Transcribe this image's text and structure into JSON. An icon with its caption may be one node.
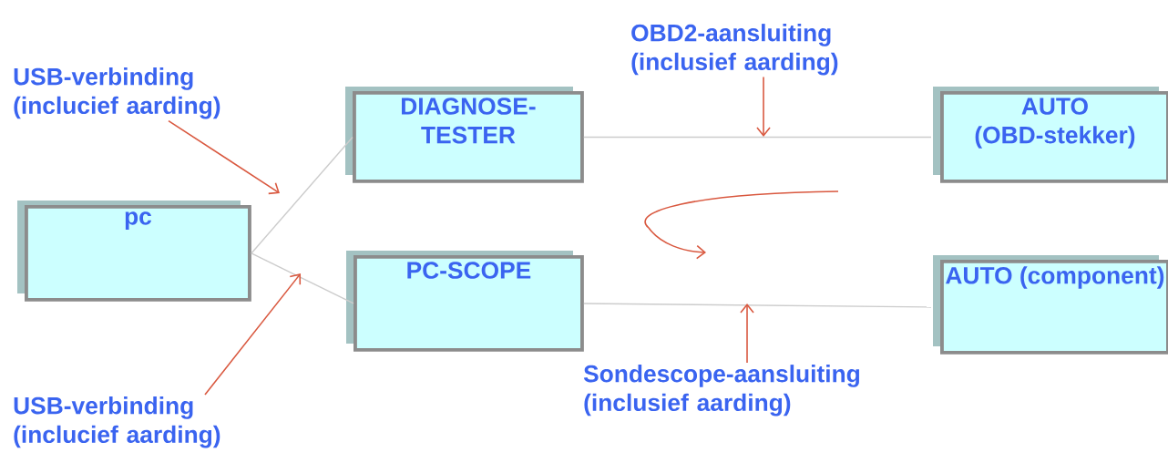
{
  "diagram": {
    "nodes": [
      {
        "text": [
          "pc"
        ]
      },
      {
        "text": [
          "DIAGNOSE- TESTER"
        ]
      },
      {
        "text": [
          "PC-SCOPE"
        ]
      },
      {
        "text": [
          "AUTO (OBD-stekker)"
        ]
      },
      {
        "text": [
          "AUTO (component)"
        ]
      },
      {
        "text": [
          "USB-verbinding (inclucief aarding)"
        ]
      },
      {
        "text": [
          "OBD2-aansluiting (inclusief aarding)"
        ]
      },
      {
        "text": [
          "Sondescope-aansluiting (inclusief aarding)"
        ]
      },
      {
        "text": [
          "USB-verbinding (inclucief aarding)"
        ]
      }
    ],
    "edges": [
      {
        "from": 0,
        "to": 1,
        "arrow": "none"
      },
      {
        "from": 0,
        "to": 2,
        "arrow": "none"
      },
      {
        "from": 1,
        "to": 3,
        "arrow": "none"
      },
      {
        "from": 2,
        "to": 4,
        "arrow": "none"
      },
      {
        "from": 5,
        "to": null,
        "arrow": "to",
        "color": "#d9583f"
      },
      {
        "from": 6,
        "to": null,
        "arrow": "to",
        "color": "#d9583f"
      },
      {
        "from": 7,
        "to": null,
        "arrow": "to",
        "color": "#d9583f"
      },
      {
        "from": 8,
        "to": null,
        "arrow": "to",
        "color": "#d9583f"
      }
    ]
  }
}
